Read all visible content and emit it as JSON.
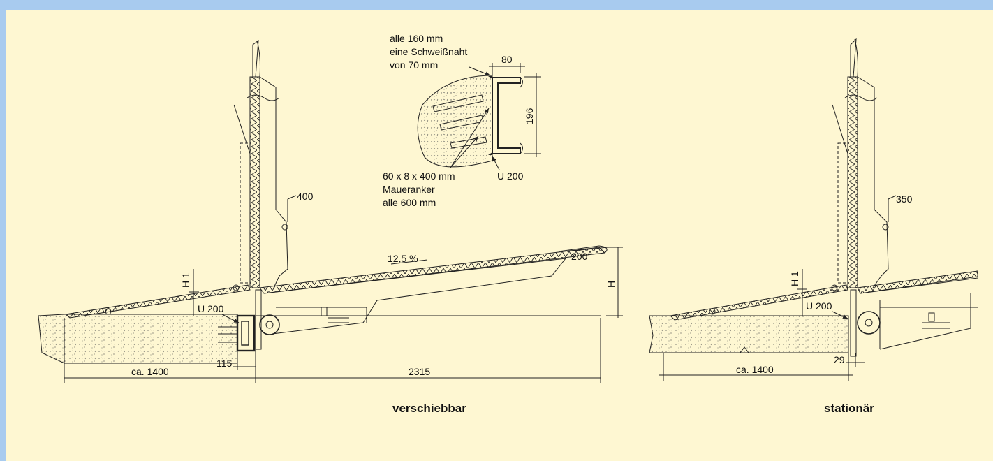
{
  "colors": {
    "frame": "#a8cbef",
    "paper": "#fef7d2",
    "ink": "#222222"
  },
  "captions": {
    "left": "verschiebbar",
    "right": "stationär"
  },
  "detail": {
    "note_line1": "alle 160 mm",
    "note_line2": "eine Schweißnaht",
    "note_line3": "von 70 mm",
    "dim_width": "80",
    "dim_height": "196",
    "profile": "U 200",
    "anchor_line1": "60 x 8 x 400 mm",
    "anchor_line2": "Maueranker",
    "anchor_line3": "alle 600 mm"
  },
  "left": {
    "dim_400": "400",
    "slope": "12,5 %",
    "dim_200": "200",
    "H": "H",
    "H1": "H 1",
    "profile": "U 200",
    "dim_115": "115",
    "dim_1400": "ca. 1400",
    "dim_2315": "2315"
  },
  "right": {
    "dim_350": "350",
    "H1": "H 1",
    "profile": "U 200",
    "dim_29": "29",
    "dim_1400": "ca. 1400"
  }
}
